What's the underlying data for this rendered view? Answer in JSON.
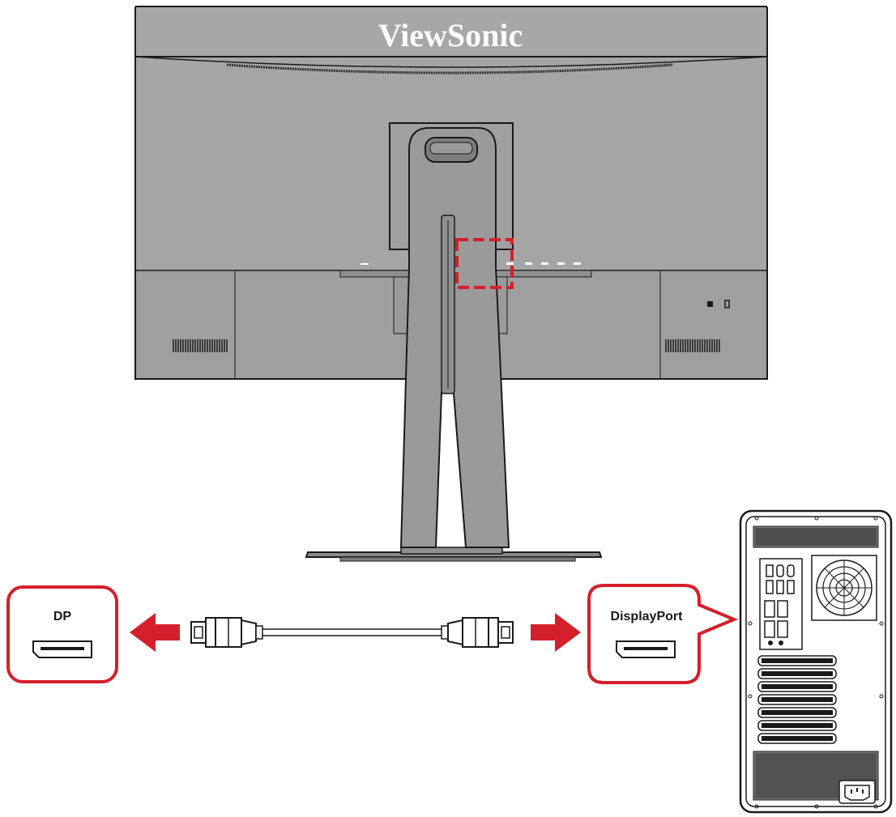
{
  "monitor": {
    "brand": "ViewSonic"
  },
  "monitor_port": {
    "label": "DP"
  },
  "computer_port": {
    "label": "DisplayPort"
  },
  "colors": {
    "accent_red": "#d4202a",
    "monitor_body": "#a5a5a5",
    "monitor_dark": "#8d8d8d",
    "stand": "#9a9a9a",
    "outline": "#1a1a1a",
    "brand_text": "#ffffff"
  },
  "icons": {
    "monitor": "monitor-back-icon",
    "computer": "pc-tower-icon",
    "cable": "displayport-cable-icon",
    "port": "displayport-socket-icon",
    "arrow": "arrow-icon"
  }
}
